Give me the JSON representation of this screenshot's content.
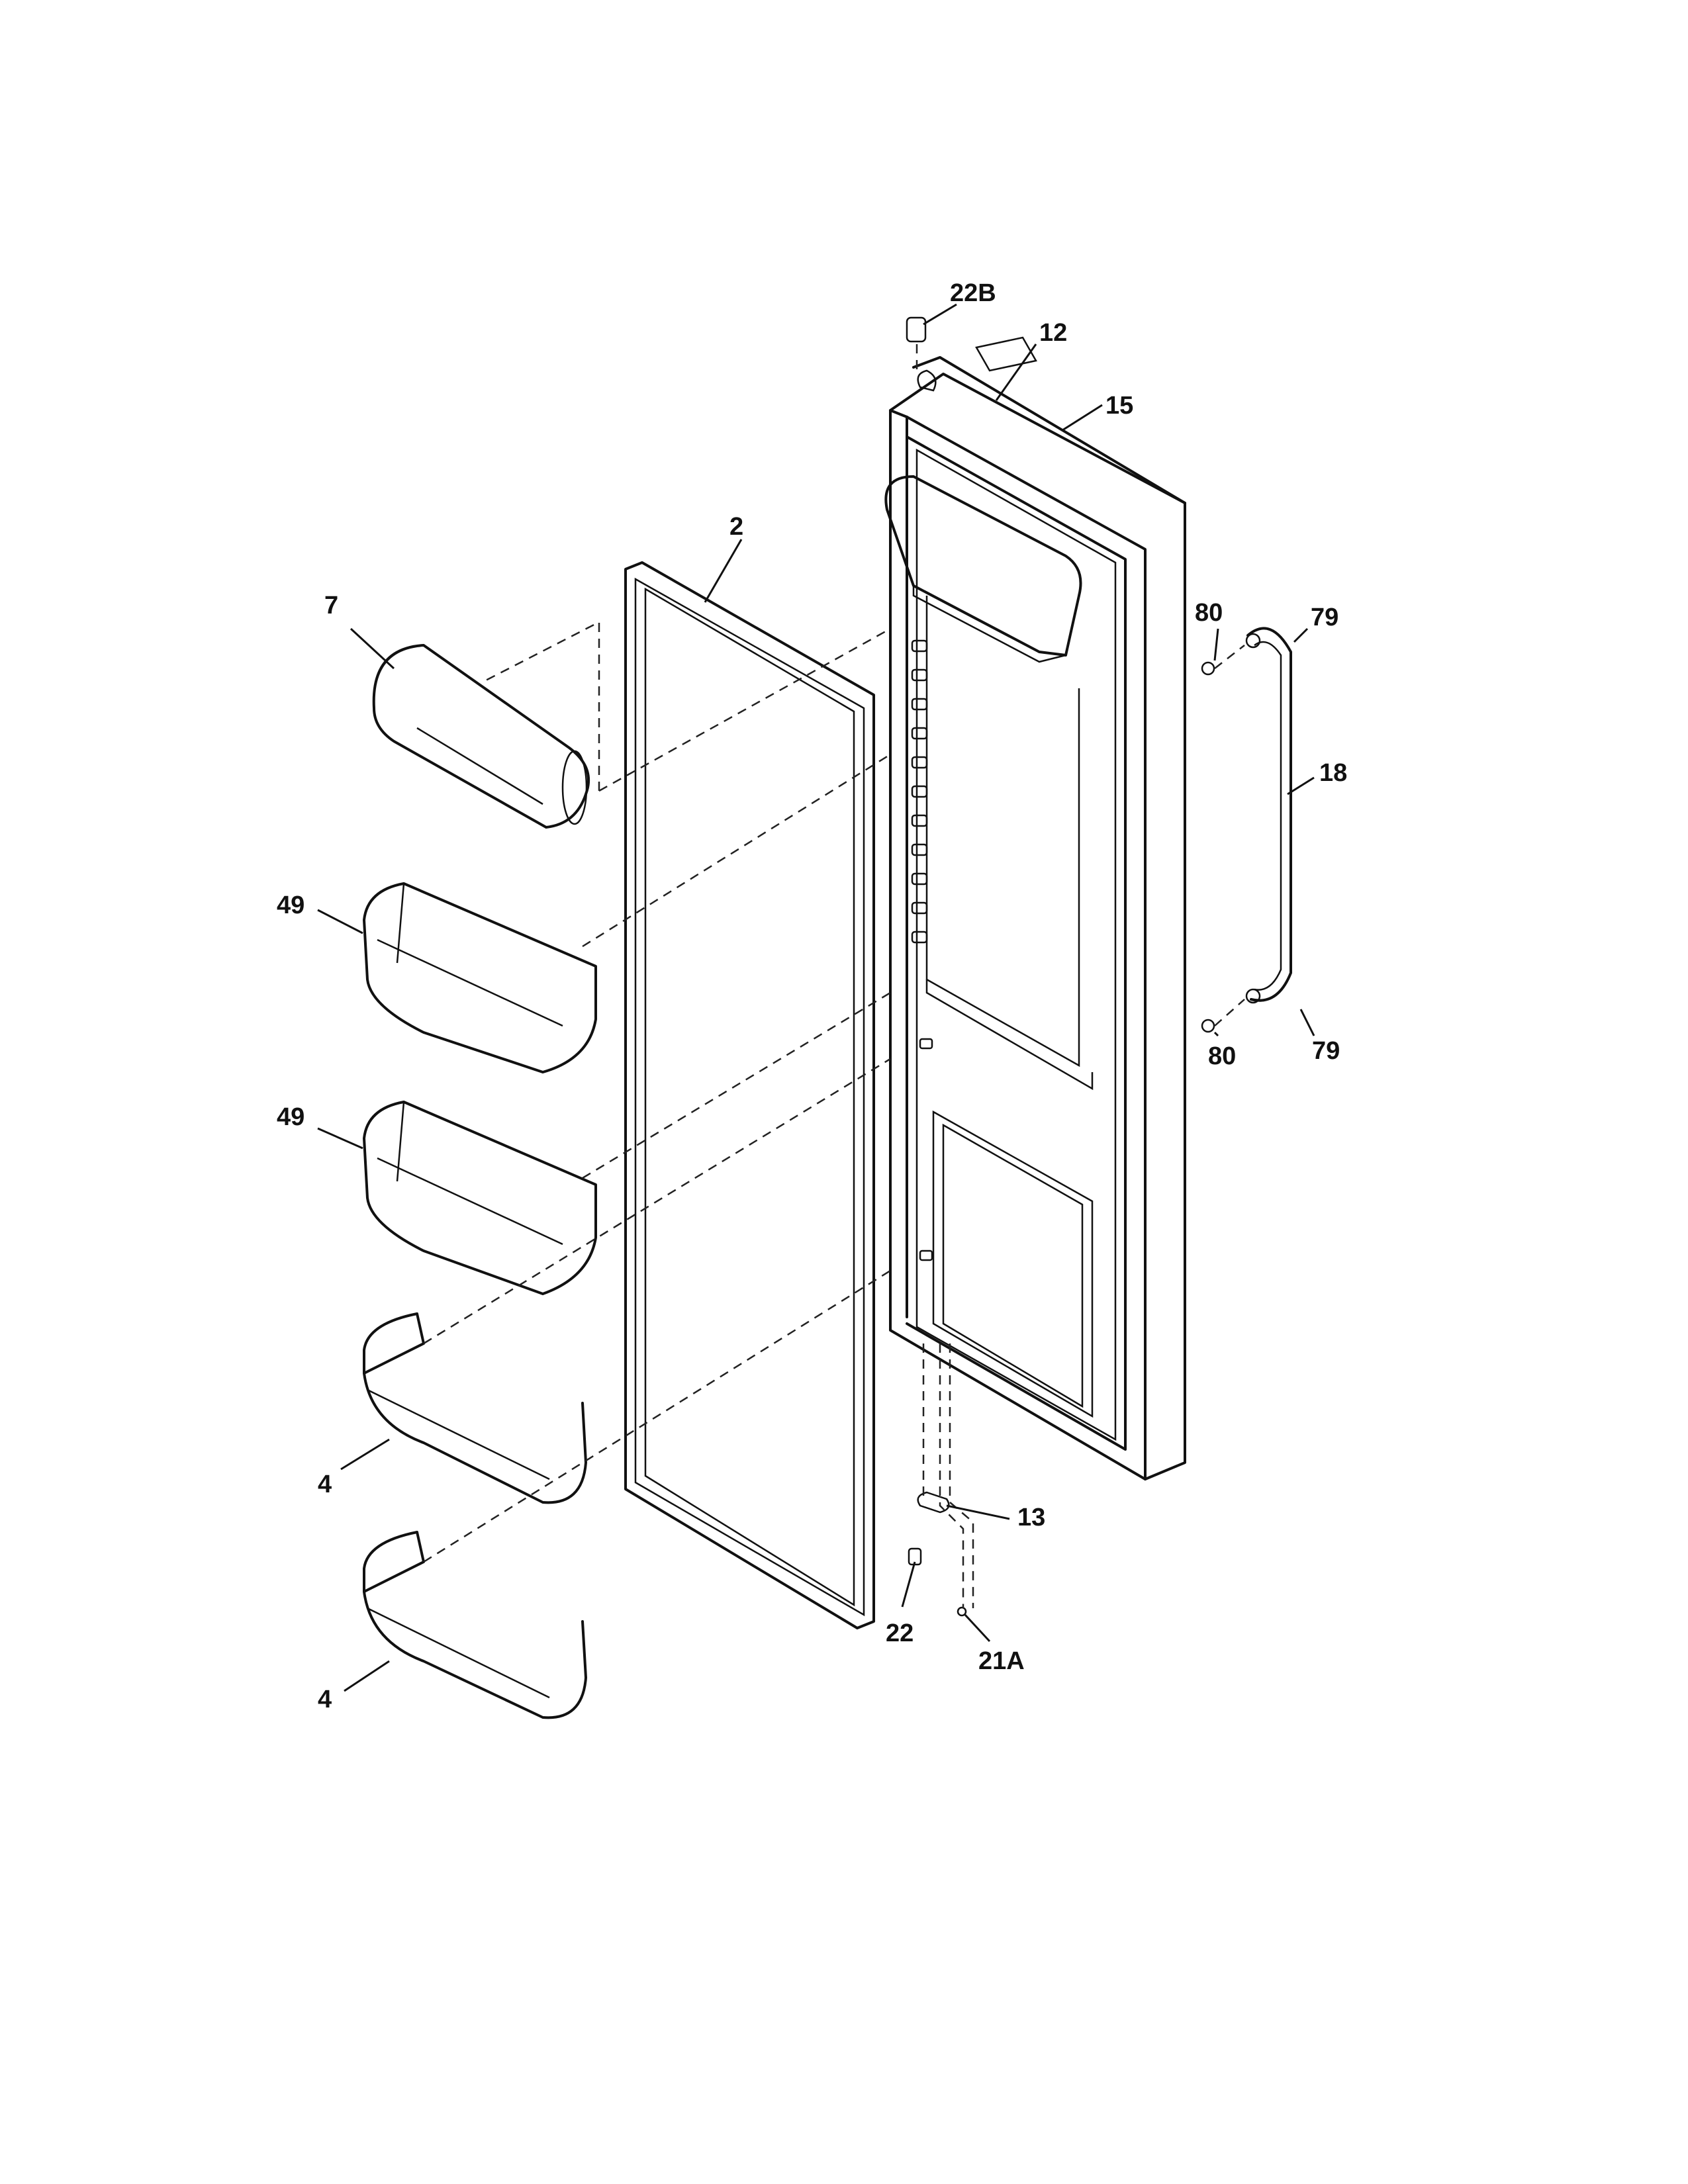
{
  "callouts": {
    "c22B": "22B",
    "c12": "12",
    "c15": "15",
    "c2": "2",
    "c7": "7",
    "c80a": "80",
    "c79a": "79",
    "c18": "18",
    "c49a": "49",
    "c80b": "80",
    "c79b": "79",
    "c49b": "49",
    "c4a": "4",
    "c13": "13",
    "c22": "22",
    "c21A": "21A",
    "c4b": "4"
  }
}
